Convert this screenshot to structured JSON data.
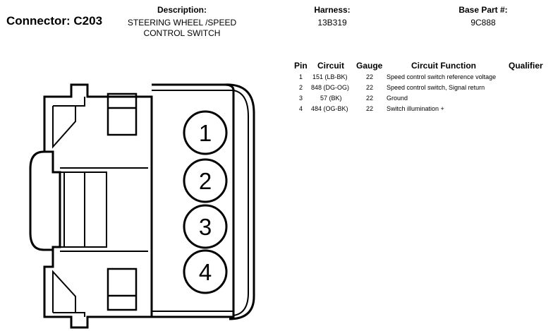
{
  "connector": {
    "label": "Connector: C203"
  },
  "description": {
    "header": "Description:",
    "line1": "STEERING WHEEL /SPEED",
    "line2": "CONTROL SWITCH"
  },
  "harness": {
    "header": "Harness:",
    "value": "13B319"
  },
  "base_part": {
    "header": "Base Part #:",
    "value": "9C888"
  },
  "table": {
    "headers": {
      "pin": "Pin",
      "circuit": "Circuit",
      "gauge": "Gauge",
      "function": "Circuit Function",
      "qualifier": "Qualifier"
    },
    "rows": [
      {
        "pin": "1",
        "circuit": "151 (LB-BK)",
        "gauge": "22",
        "function": "Speed control switch reference voltage"
      },
      {
        "pin": "2",
        "circuit": "848 (DG-OG)",
        "gauge": "22",
        "function": "Speed control switch, Signal return"
      },
      {
        "pin": "3",
        "circuit": "57 (BK)",
        "gauge": "22",
        "function": "Ground"
      },
      {
        "pin": "4",
        "circuit": "484 (OG-BK)",
        "gauge": "22",
        "function": "Switch illumination +"
      }
    ]
  },
  "pins": [
    "1",
    "2",
    "3",
    "4"
  ]
}
